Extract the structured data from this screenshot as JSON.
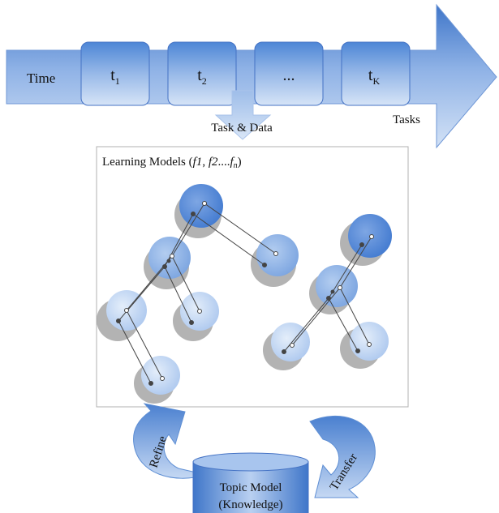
{
  "timeline": {
    "label": "Time",
    "tasks_label": "Tasks",
    "slots": [
      {
        "main": "t",
        "sub": "1"
      },
      {
        "main": "t",
        "sub": "2"
      },
      {
        "main": "...",
        "sub": ""
      },
      {
        "main": "t",
        "sub": "K"
      }
    ]
  },
  "flow": {
    "task_data_label": "Task & Data"
  },
  "models": {
    "title_prefix": "Learning Models (",
    "f1": "f1",
    "sep1": ", ",
    "f2": "f2",
    "sep2": "....",
    "fn_base": "f",
    "fn_sub": "n",
    "title_suffix": ")"
  },
  "knowledge": {
    "line1": "Topic Model",
    "line2": "(Knowledge)",
    "refine_label": "Refine",
    "transfer_label": "Transfer"
  },
  "colors": {
    "arrow_dark": "#4a7fcf",
    "arrow_light": "#b9cff0",
    "node_dark": "#4c82d6",
    "node_light": "#cfe0f5",
    "shadow": "#9a9a9a",
    "box_border": "#b0b0b0"
  }
}
